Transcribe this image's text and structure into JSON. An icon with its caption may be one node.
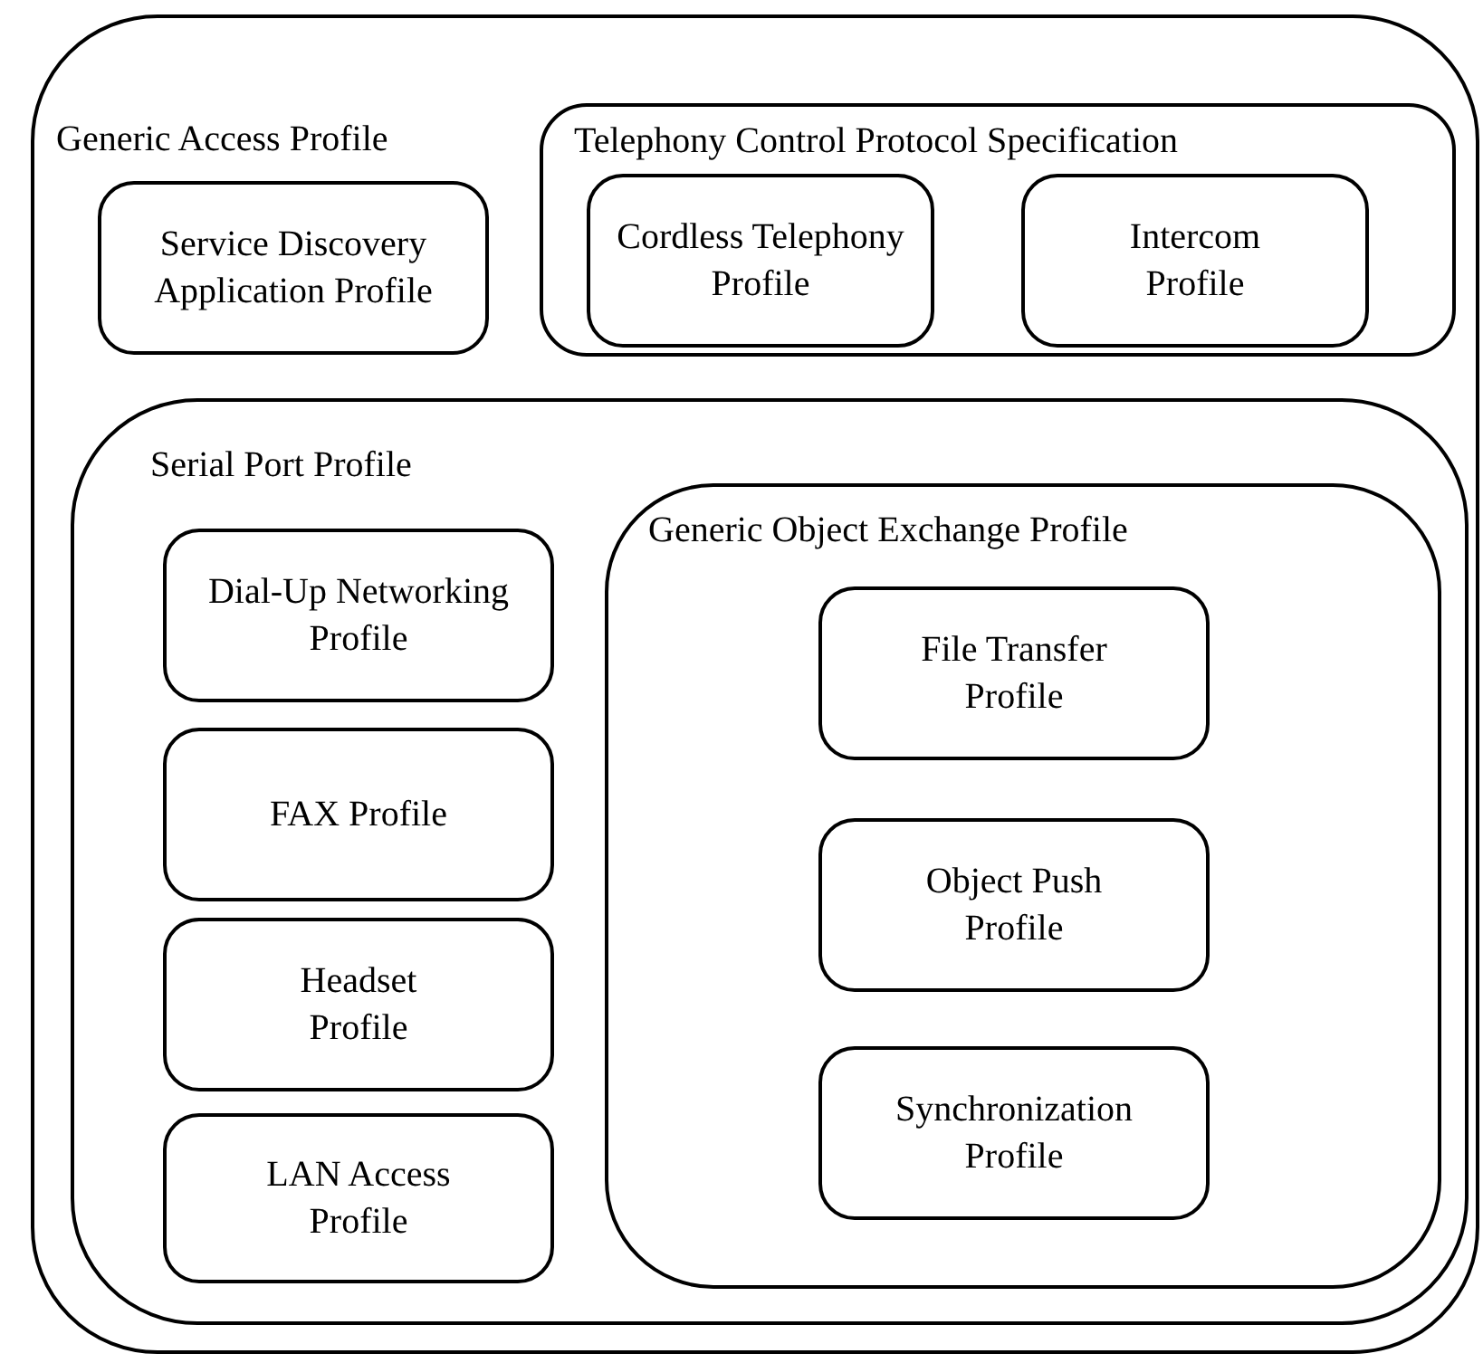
{
  "diagram": {
    "nodes": [
      {
        "text": [
          "Generic Access Profile"
        ]
      },
      {
        "text": [
          "Service Discovery Application Profile"
        ],
        "in": 0
      },
      {
        "text": [
          "Telephony Control Protocol Specification"
        ],
        "in": 0
      },
      {
        "text": [
          "Cordless Telephony Profile"
        ],
        "in": 2
      },
      {
        "text": [
          "Intercom Profile"
        ],
        "in": 2
      },
      {
        "text": [
          "Serial Port Profile"
        ],
        "in": 0
      },
      {
        "text": [
          "Dial-Up Networking Profile"
        ],
        "in": 5
      },
      {
        "text": [
          "FAX Profile"
        ],
        "in": 5
      },
      {
        "text": [
          "Headset Profile"
        ],
        "in": 5
      },
      {
        "text": [
          "LAN Access Profile"
        ],
        "in": 5
      },
      {
        "text": [
          "Generic Object Exchange Profile"
        ],
        "in": 5
      },
      {
        "text": [
          "File Transfer Profile"
        ],
        "in": 10
      },
      {
        "text": [
          "Object Push Profile"
        ],
        "in": 10
      },
      {
        "text": [
          "Synchronization Profile"
        ],
        "in": 10
      }
    ]
  }
}
